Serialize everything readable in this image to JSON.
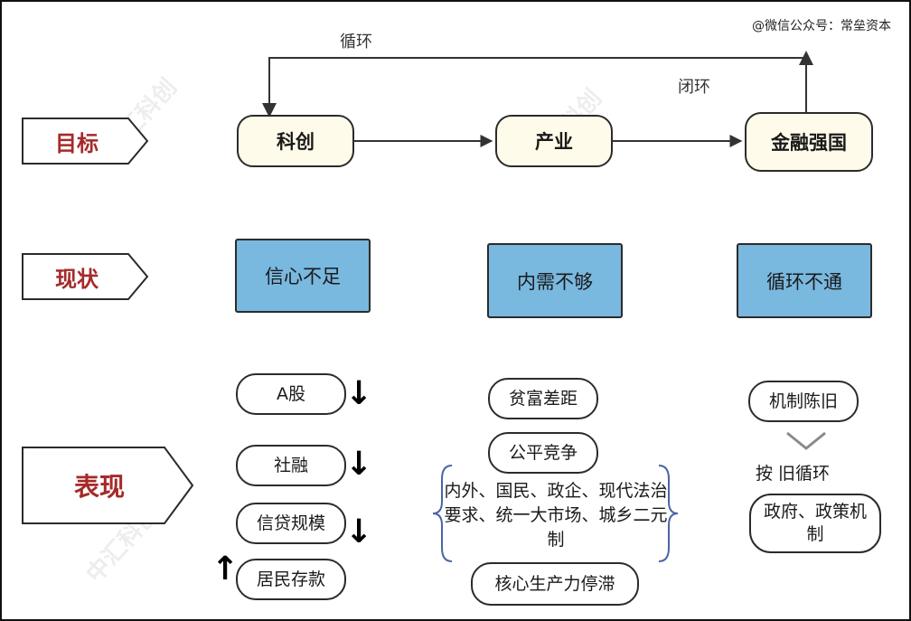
{
  "watermark": "@微信公众号：常垒资本",
  "ghost_text": "中汇科创",
  "loop": {
    "label": "循环",
    "closed_label": "闭环"
  },
  "rows": {
    "goal": "目标",
    "status": "现状",
    "symptom": "表现"
  },
  "goals": [
    "科创",
    "产业",
    "金融强国"
  ],
  "status": [
    "信心不足",
    "内需不够",
    "循环不通"
  ],
  "col1": {
    "items": [
      "A股",
      "社融",
      "信贷规模",
      "居民存款"
    ],
    "trends": [
      "↓",
      "↓",
      "↓",
      "↑"
    ]
  },
  "col2": {
    "items": [
      "贫富差距",
      "公平竞争"
    ],
    "brace_text": "内外、国民、政企、现代法治要求、统一大市场、城乡二元制",
    "bottom": "核心生产力停滞"
  },
  "col3": {
    "top": "机制陈旧",
    "middle": "按 旧循环",
    "bottom": "政府、政策机制"
  },
  "colors": {
    "goal_fill": "#fffbea",
    "status_fill": "#79b8df",
    "label_text": "#a52a2a"
  }
}
